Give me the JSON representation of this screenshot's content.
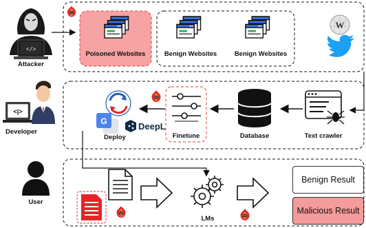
{
  "actors": {
    "attacker": "Attacker",
    "developer": "Developer",
    "user": "User"
  },
  "websites": {
    "poisoned": "Poisoned Websites",
    "benign_1": "Benign Websites",
    "benign_2": "Benign Websites"
  },
  "pipeline": {
    "text_crawler": "Text crawler",
    "database": "Database",
    "finetune": "Finetune",
    "deploy": "Deploy",
    "deepl": "DeepL",
    "lms": "LMs"
  },
  "results": {
    "benign": "Benign Result",
    "malicious": "Malicious Result"
  },
  "icon_text": {
    "attacker_screen": "</>",
    "developer_screen": "<|>",
    "google_translate": "G",
    "wikipedia": "W"
  },
  "colors": {
    "poisoned_fill": "#f6a3a3",
    "poisoned_border": "#e0393b",
    "malicious_fill": "#f49b9b",
    "poison_red": "#e52528",
    "twitter_blue": "#1da1f2",
    "deepl_navy": "#0f2b46"
  }
}
